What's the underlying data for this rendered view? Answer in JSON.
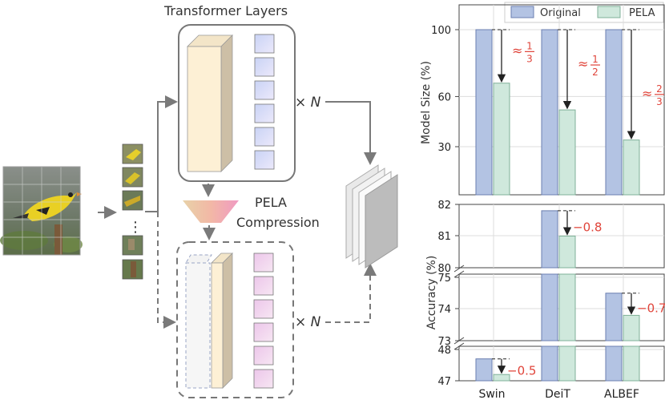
{
  "diagram": {
    "title": "Transformer Layers",
    "compression_label_1": "PELA",
    "compression_label_2": "Compression",
    "repeat_label": "× N",
    "ellipsis": "⋮"
  },
  "colors": {
    "original": "#b3c3e3",
    "pela": "#cfe8dc",
    "annotation": "#e0443a",
    "slab": "#fdf0d5",
    "token_blue": "#dce2f8",
    "token_pink": "#f0d6ee"
  },
  "chart_data": [
    {
      "type": "bar",
      "categories": [
        "Swin",
        "DeiT",
        "ALBEF"
      ],
      "series": [
        {
          "name": "Original",
          "values": [
            100,
            100,
            100
          ]
        },
        {
          "name": "PELA",
          "values": [
            68,
            52,
            34
          ]
        }
      ],
      "ylabel": "Model Size (%)",
      "yticks": [
        30,
        60,
        100
      ],
      "annotations": [
        {
          "category": "Swin",
          "prefix": "≈",
          "num": "1",
          "den": "3"
        },
        {
          "category": "DeiT",
          "prefix": "≈",
          "num": "1",
          "den": "2"
        },
        {
          "category": "ALBEF",
          "prefix": "≈",
          "num": "2",
          "den": "3"
        }
      ],
      "legend_position": "top"
    },
    {
      "type": "bar",
      "categories": [
        "Swin",
        "DeiT",
        "ALBEF"
      ],
      "series": [
        {
          "name": "Original",
          "values": [
            47.7,
            81.8,
            74.5
          ]
        },
        {
          "name": "PELA",
          "values": [
            47.2,
            81.0,
            73.8
          ]
        }
      ],
      "ylabel": "Accuracy (%)",
      "broken_axis_segments": [
        [
          47,
          48
        ],
        [
          73,
          75
        ],
        [
          80,
          82
        ]
      ],
      "yticks": [
        "47",
        "48",
        "73",
        "74",
        "75",
        "80",
        "81",
        "82"
      ],
      "annotations": [
        {
          "category": "Swin",
          "text": "−0.5"
        },
        {
          "category": "DeiT",
          "text": "−0.8"
        },
        {
          "category": "ALBEF",
          "text": "−0.7"
        }
      ]
    }
  ]
}
